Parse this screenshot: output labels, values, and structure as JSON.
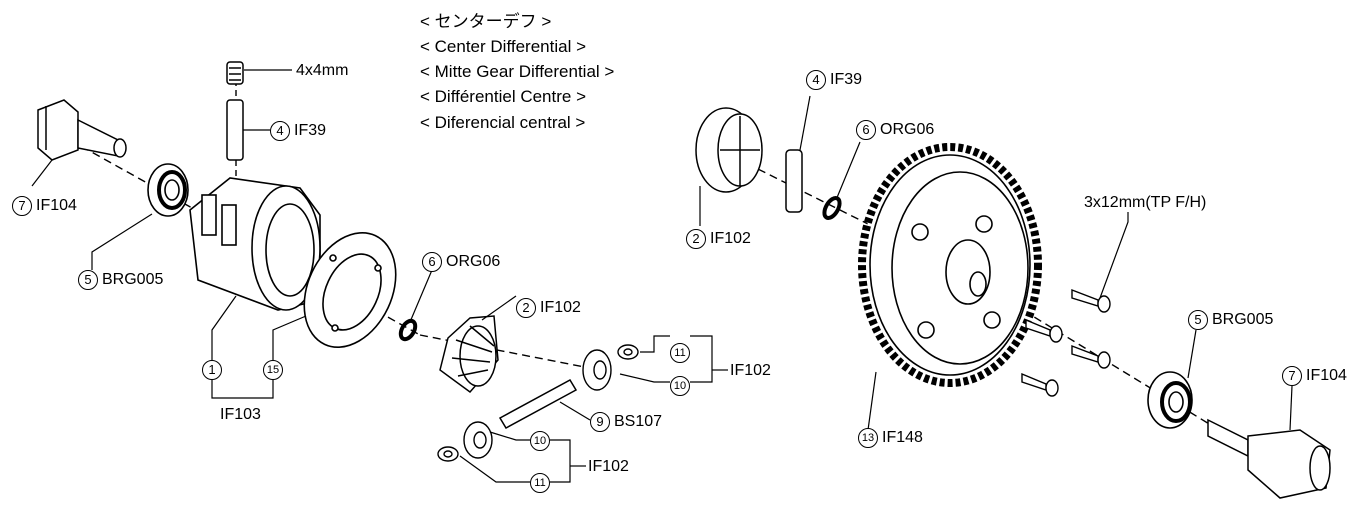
{
  "title": {
    "lines": [
      "< センターデフ >",
      "< Center Differential  >",
      "< Mitte Gear Differential  >",
      "< Différentiel Centre  >",
      "< Diferencial central >"
    ]
  },
  "parts": {
    "screw_4x4": "4x4mm",
    "screw_3x12": "3x12mm(TP F/H)",
    "p1": {
      "num": "1"
    },
    "p15": {
      "num": "15"
    },
    "group_if103": "IF103",
    "pin_left": {
      "num": "4",
      "code": "IF39"
    },
    "pin_right": {
      "num": "4",
      "code": "IF39"
    },
    "cup_left": {
      "num": "7",
      "code": "IF104"
    },
    "cup_right": {
      "num": "7",
      "code": "IF104"
    },
    "bearing_left": {
      "num": "5",
      "code": "BRG005"
    },
    "bearing_right": {
      "num": "5",
      "code": "BRG005"
    },
    "oring_left": {
      "num": "6",
      "code": "ORG06"
    },
    "oring_right": {
      "num": "6",
      "code": "ORG06"
    },
    "gear_big": {
      "num": "2",
      "code": "IF102"
    },
    "gear_right": {
      "num": "2",
      "code": "IF102"
    },
    "shaft": {
      "num": "9",
      "code": "BS107"
    },
    "spur": {
      "num": "13",
      "code": "IF148"
    },
    "upper_group": {
      "num_a": "11",
      "num_b": "10",
      "code": "IF102"
    },
    "lower_group": {
      "num_a": "10",
      "num_b": "11",
      "code": "IF102"
    }
  }
}
